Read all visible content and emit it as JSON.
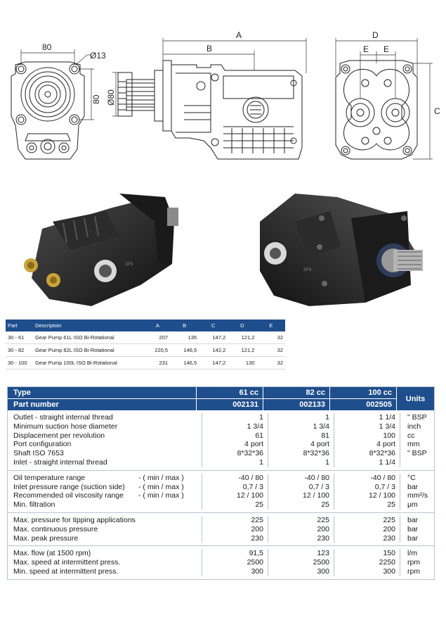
{
  "drawing": {
    "dim_A": "A",
    "dim_B": "B",
    "dim_D": "D",
    "dim_E1": "E",
    "dim_E2": "E",
    "dim_C": "C",
    "dim_80_top": "80",
    "dim_80_side": "80",
    "dim_dia13": "Ø13",
    "dim_dia80": "Ø80"
  },
  "photo_marks": {
    "left_tag": "2PS",
    "right_tag": "2PS"
  },
  "small_table": {
    "headers": [
      "Part",
      "Descriptoin",
      "A",
      "B",
      "C",
      "D",
      "E"
    ],
    "rows": [
      [
        "30 - 61",
        "Gear Pump 61L ISO Bi-Rotational",
        "207",
        "135",
        "147,2",
        "121,2",
        "32"
      ],
      [
        "30 - 82",
        "Gear Pump 82L ISO Bi-Rotational",
        "220,5",
        "146,5",
        "142,2",
        "121,2",
        "32"
      ],
      [
        "30 - 100",
        "Gear Pump 100L ISO Bi-Rotational",
        "231",
        "146,5",
        "147,2",
        "130",
        "32"
      ]
    ]
  },
  "spec": {
    "type_label": "Type",
    "part_label": "Part number",
    "units_label": "Units",
    "columns": [
      {
        "type": "61 cc",
        "part": "002131"
      },
      {
        "type": "82 cc",
        "part": "002133"
      },
      {
        "type": "100 cc",
        "part": "002505"
      }
    ],
    "sections": [
      {
        "rows": [
          {
            "label": "Outlet - straight internal thread",
            "minmax": "",
            "v": [
              "1",
              "1",
              "1 1/4"
            ],
            "unit": "\" BSP"
          },
          {
            "label": "Minimum suction hose diameter",
            "minmax": "",
            "v": [
              "1 3/4",
              "1 3/4",
              "1 3/4"
            ],
            "unit": "inch"
          },
          {
            "label": "Displacement per revolution",
            "minmax": "",
            "v": [
              "61",
              "81",
              "100"
            ],
            "unit": "cc"
          },
          {
            "label": "Port configuration",
            "minmax": "",
            "v": [
              "4 port",
              "4 port",
              "4 port"
            ],
            "unit": "mm"
          },
          {
            "label": "Shaft ISO 7653",
            "minmax": "",
            "v": [
              "8*32*36",
              "8*32*36",
              "8*32*36"
            ],
            "unit": "\" BSP"
          },
          {
            "label": "Inlet - straight internal thread",
            "minmax": "",
            "v": [
              "1",
              "1",
              "1 1/4"
            ],
            "unit": ""
          }
        ]
      },
      {
        "rows": [
          {
            "label": "Oil temperature range",
            "minmax": "- ( min / max )",
            "v": [
              "-40 / 80",
              "-40 / 80",
              "-40 / 80"
            ],
            "unit": "°C"
          },
          {
            "label": "Inlet pressure range (suction side)",
            "minmax": "- ( min / max )",
            "v": [
              "0,7 / 3",
              "0,7 / 3",
              "0,7 / 3"
            ],
            "unit": "bar"
          },
          {
            "label": "Recommended oil viscosity range",
            "minmax": "- ( min / max )",
            "v": [
              "12 / 100",
              "12 / 100",
              "12 / 100"
            ],
            "unit": "mm²/s"
          },
          {
            "label": "Min. filtration",
            "minmax": "",
            "v": [
              "25",
              "25",
              "25"
            ],
            "unit": "μm"
          }
        ]
      },
      {
        "rows": [
          {
            "label": "Max. pressure for tipping applications",
            "minmax": "",
            "v": [
              "225",
              "225",
              "225"
            ],
            "unit": "bar"
          },
          {
            "label": "Max. continuous pressure",
            "minmax": "",
            "v": [
              "200",
              "200",
              "200"
            ],
            "unit": "bar"
          },
          {
            "label": "Max. peak pressure",
            "minmax": "",
            "v": [
              "230",
              "230",
              "230"
            ],
            "unit": "bar"
          }
        ]
      },
      {
        "rows": [
          {
            "label": "Max. flow (at 1500 rpm)",
            "minmax": "",
            "v": [
              "91,5",
              "123",
              "150"
            ],
            "unit": "l/m"
          },
          {
            "label": "Max. speed at intermittent press.",
            "minmax": "",
            "v": [
              "2500",
              "2500",
              "2250"
            ],
            "unit": "rpm"
          },
          {
            "label": "Min. speed at intermittent press.",
            "minmax": "",
            "v": [
              "300",
              "300",
              "300"
            ],
            "unit": "rpm"
          }
        ]
      }
    ]
  }
}
